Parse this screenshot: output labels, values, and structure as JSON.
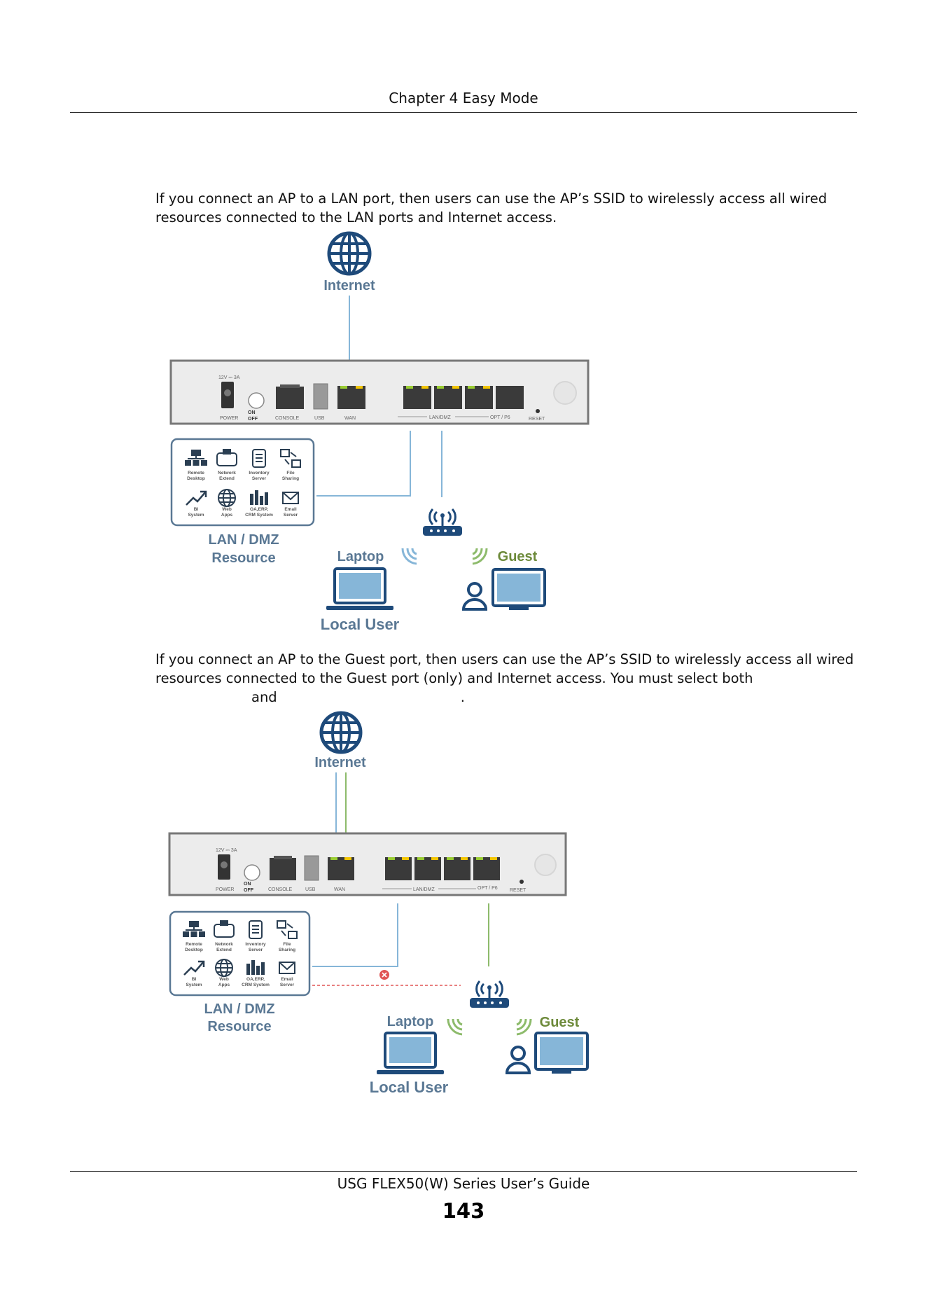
{
  "header": {
    "chapter": "Chapter 4 Easy Mode"
  },
  "paragraphs": [
    {
      "line1": "If you connect an AP to a LAN port, then users can use the AP’s SSID to wirelessly access all wired",
      "line2": "resources connected to the LAN ports and Internet access."
    },
    {
      "line1": "If you connect an AP to the Guest port, then users can use the AP’s SSID to wirelessly access all wired",
      "line2": "resources connected to the Guest port (only) and Internet access. You must select both",
      "line3_and": "and",
      "line3_period": "."
    }
  ],
  "diagrams": [
    {
      "internet": "Internet",
      "resource_title": "LAN / DMZ",
      "resource_sub": "Resource",
      "laptop": "Laptop",
      "local_user": "Local User",
      "guest": "Guest"
    },
    {
      "internet": "Internet",
      "resource_title": "LAN / DMZ",
      "resource_sub": "Resource",
      "laptop": "Laptop",
      "local_user": "Local User",
      "guest": "Guest"
    }
  ],
  "device": {
    "power_rating": "12V ⎓ 3A",
    "power": "POWER",
    "on": "ON",
    "off": "OFF",
    "console": "CONSOLE",
    "usb": "USB",
    "wan": "WAN",
    "lan_dmz": "LAN/DMZ",
    "opt": "OPT / P6",
    "reset": "RESET"
  },
  "resources": [
    {
      "line1": "Remote",
      "line2": "Desktop",
      "icon": "network-tree-icon"
    },
    {
      "line1": "Network",
      "line2": "Extend",
      "icon": "cloud-icon"
    },
    {
      "line1": "Inventory",
      "line2": "Server",
      "icon": "server-doc-icon"
    },
    {
      "line1": "File",
      "line2": "Sharing",
      "icon": "file-sharing-icon"
    },
    {
      "line1": "BI",
      "line2": "System",
      "icon": "trend-chart-icon"
    },
    {
      "line1": "Web",
      "line2": "Apps",
      "icon": "globe-icon"
    },
    {
      "line1": "OA,ERP,",
      "line2": "CRM System",
      "icon": "bar-chart-icon"
    },
    {
      "line1": "Email",
      "line2": "Server",
      "icon": "envelope-icon"
    }
  ],
  "footer": {
    "guide": "USG FLEX50(W) Series User’s Guide",
    "page": "143"
  },
  "colors": {
    "blue_line": "#86b6d8",
    "green_line": "#8dbb6b",
    "label_blue": "#5a7894",
    "label_green": "#6d8a3a",
    "block_red": "#e05555"
  }
}
